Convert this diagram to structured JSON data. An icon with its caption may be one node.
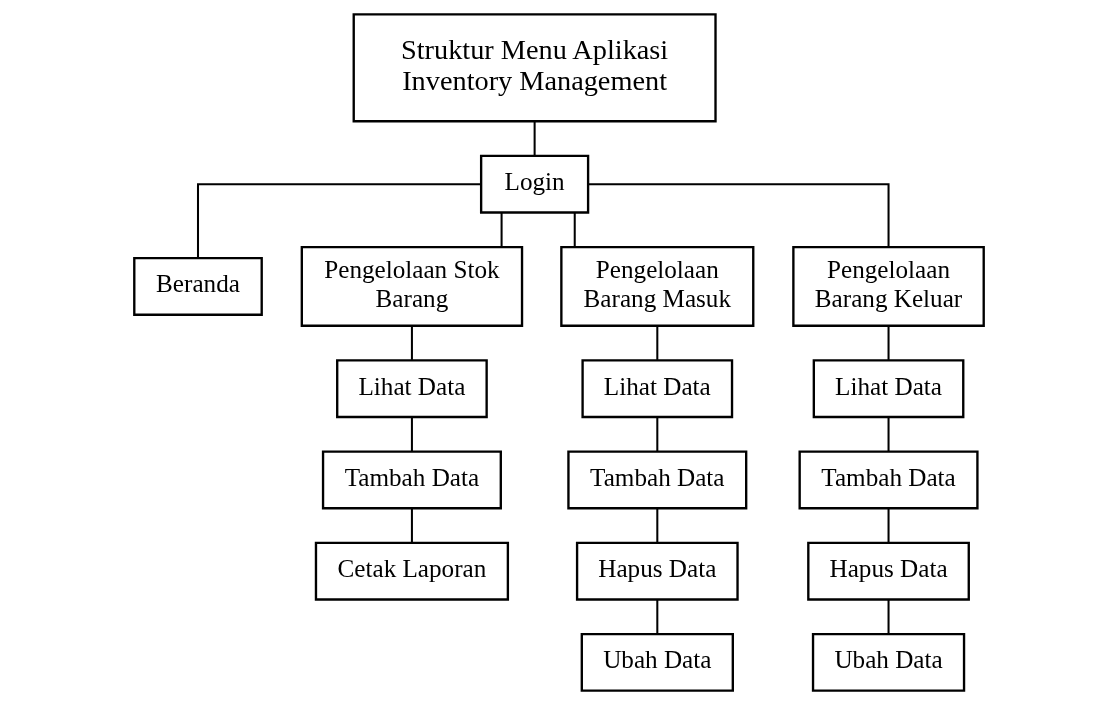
{
  "diagram": {
    "nodes": [
      {
        "text": [
          "Struktur Menu Aplikasi Inventory Management"
        ]
      },
      {
        "text": [
          "Login"
        ]
      },
      {
        "text": [
          "Beranda"
        ]
      },
      {
        "text": [
          "Pengelolaan Stok Barang"
        ]
      },
      {
        "text": [
          "Pengelolaan Barang Masuk"
        ]
      },
      {
        "text": [
          "Pengelolaan Barang Keluar"
        ]
      },
      {
        "text": [
          "Lihat Data"
        ]
      },
      {
        "text": [
          "Tambah Data"
        ]
      },
      {
        "text": [
          "Cetak Laporan"
        ]
      },
      {
        "text": [
          "Lihat Data"
        ]
      },
      {
        "text": [
          "Tambah Data"
        ]
      },
      {
        "text": [
          "Hapus Data"
        ]
      },
      {
        "text": [
          "Ubah Data"
        ]
      },
      {
        "text": [
          "Lihat Data"
        ]
      },
      {
        "text": [
          "Tambah Data"
        ]
      },
      {
        "text": [
          "Hapus Data"
        ]
      },
      {
        "text": [
          "Ubah Data"
        ]
      }
    ],
    "edges": [
      {
        "from": 0,
        "to": 1,
        "arrow": "none"
      },
      {
        "from": 1,
        "to": 2,
        "arrow": "none"
      },
      {
        "from": 1,
        "to": 3,
        "arrow": "none"
      },
      {
        "from": 1,
        "to": 4,
        "arrow": "none"
      },
      {
        "from": 1,
        "to": 5,
        "arrow": "none"
      },
      {
        "from": 3,
        "to": 6,
        "arrow": "none"
      },
      {
        "from": 6,
        "to": 7,
        "arrow": "none"
      },
      {
        "from": 7,
        "to": 8,
        "arrow": "none"
      },
      {
        "from": 4,
        "to": 9,
        "arrow": "none"
      },
      {
        "from": 9,
        "to": 10,
        "arrow": "none"
      },
      {
        "from": 10,
        "to": 11,
        "arrow": "none"
      },
      {
        "from": 11,
        "to": 12,
        "arrow": "none"
      },
      {
        "from": 5,
        "to": 13,
        "arrow": "none"
      },
      {
        "from": 13,
        "to": 14,
        "arrow": "none"
      },
      {
        "from": 14,
        "to": 15,
        "arrow": "none"
      },
      {
        "from": 15,
        "to": 16,
        "arrow": "none"
      }
    ]
  }
}
